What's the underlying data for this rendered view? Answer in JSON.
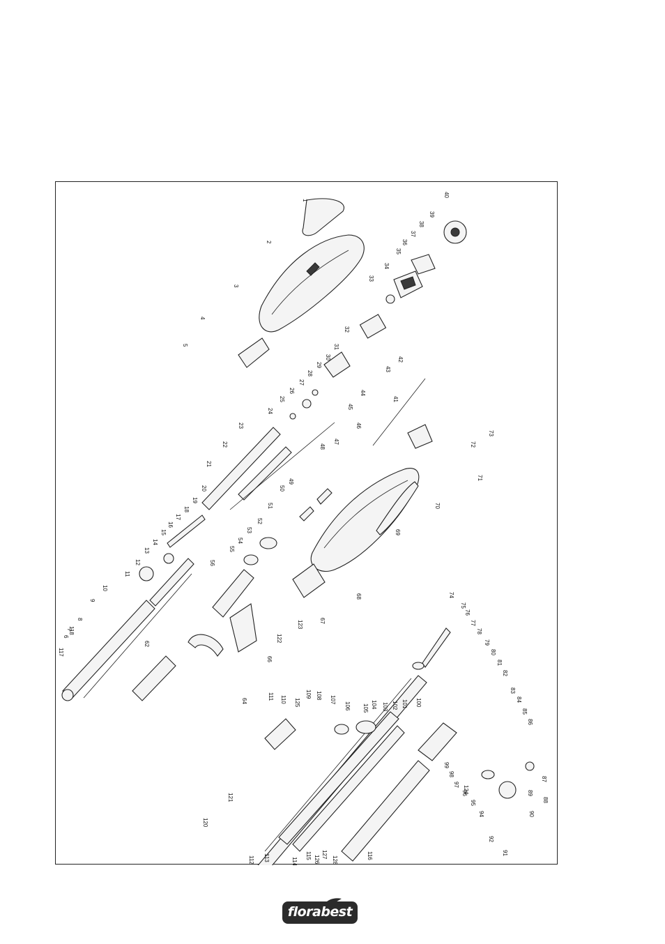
{
  "diagram": {
    "part_labels": [
      "1",
      "2",
      "3",
      "4",
      "5",
      "6",
      "7",
      "8",
      "9",
      "10",
      "11",
      "12",
      "13",
      "14",
      "15",
      "16",
      "17",
      "18",
      "19",
      "20",
      "21",
      "22",
      "23",
      "24",
      "25",
      "26",
      "27",
      "28",
      "29",
      "30",
      "31",
      "32",
      "33",
      "34",
      "35",
      "36",
      "37",
      "38",
      "39",
      "40",
      "41",
      "42",
      "43",
      "44",
      "45",
      "46",
      "47",
      "48",
      "49",
      "50",
      "51",
      "52",
      "53",
      "54",
      "55",
      "56",
      "62",
      "64",
      "66",
      "67",
      "68",
      "69",
      "70",
      "71",
      "72",
      "73",
      "74",
      "75",
      "76",
      "77",
      "78",
      "79",
      "80",
      "81",
      "82",
      "83",
      "84",
      "85",
      "86",
      "87",
      "88",
      "89",
      "90",
      "91",
      "92",
      "94",
      "95",
      "96",
      "97",
      "98",
      "99",
      "100",
      "101",
      "102",
      "103",
      "104",
      "105",
      "106",
      "107",
      "108",
      "109",
      "110",
      "111",
      "112",
      "113",
      "114",
      "115",
      "116",
      "117",
      "118",
      "120",
      "121",
      "122",
      "123",
      "124",
      "125",
      "126",
      "127",
      "128"
    ]
  },
  "brand": {
    "logo_text": "florabest"
  }
}
